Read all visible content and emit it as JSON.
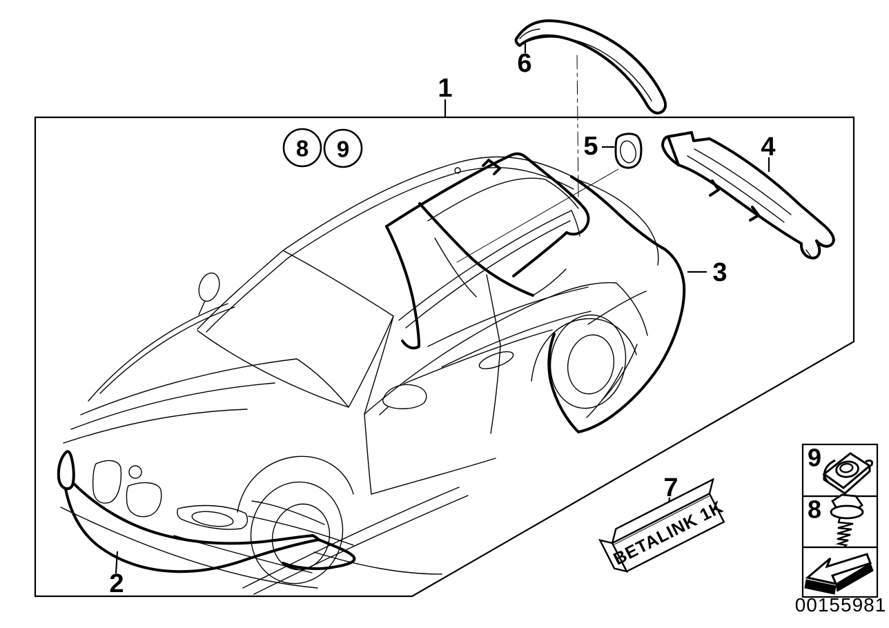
{
  "figure": {
    "type": "exploded-parts-diagram",
    "subject": "coupe aerodynamic package",
    "line_color": "#000000",
    "background_color": "#ffffff"
  },
  "callouts": {
    "c1": "1",
    "c2": "2",
    "c3": "3",
    "c4": "4",
    "c5": "5",
    "c6": "6",
    "c7": "7"
  },
  "badges": {
    "b8": "8",
    "b9": "9"
  },
  "legend": {
    "clip": "9",
    "screw": "8"
  },
  "adhesive": {
    "text": "BETALINK 1K"
  },
  "footer": {
    "doc_number": "00155981"
  }
}
